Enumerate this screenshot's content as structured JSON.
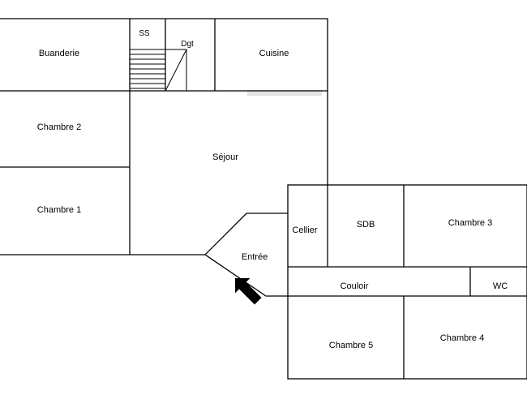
{
  "rooms": {
    "buanderie": "Buanderie",
    "ss": "SS",
    "dgt": "Dgt",
    "cuisine": "Cuisine",
    "chambre2": "Chambre 2",
    "sejour": "Séjour",
    "chambre1": "Chambre 1",
    "cellier": "Cellier",
    "sdb": "SDB",
    "chambre3": "Chambre 3",
    "entree": "Entrée",
    "couloir": "Couloir",
    "wc": "WC",
    "chambre5": "Chambre 5",
    "chambre4": "Chambre 4"
  },
  "colors": {
    "wall": "#000000",
    "background": "#ffffff",
    "counter": "#e3e3e3"
  },
  "icons": {
    "entrance": "arrow-entrance-icon"
  }
}
